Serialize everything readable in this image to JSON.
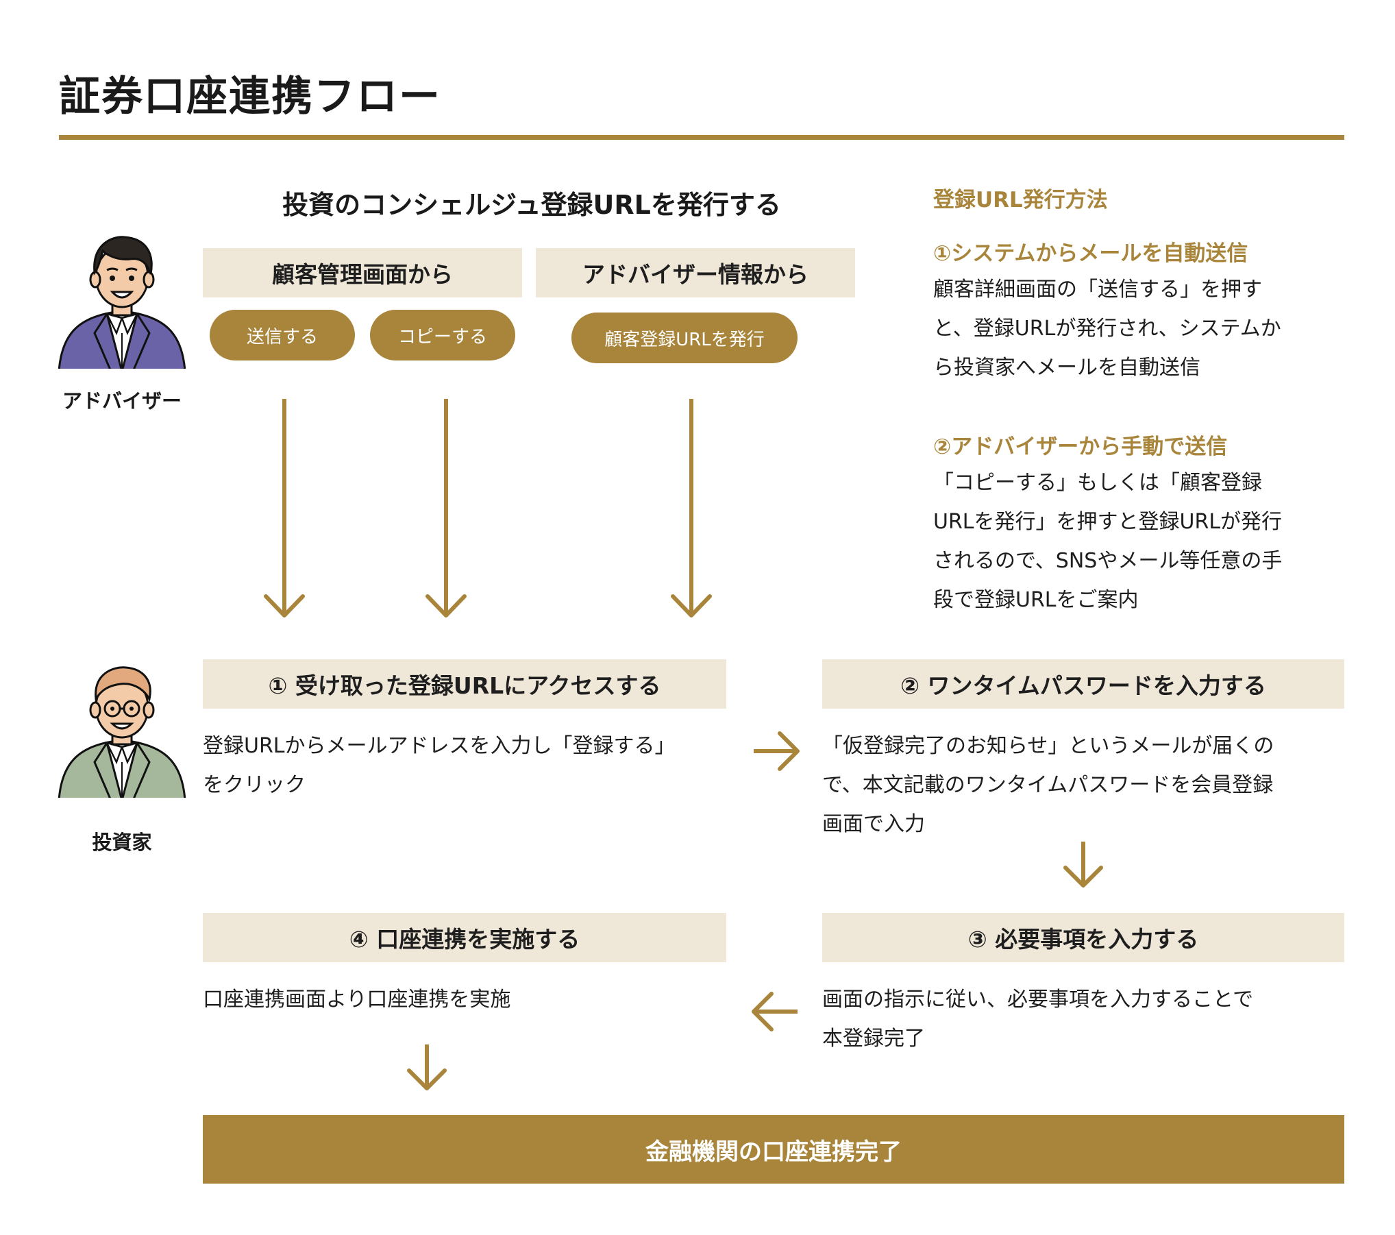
{
  "title": "証券口座連携フロー",
  "issue": {
    "heading": "投資のコンシェルジュ登録URLを発行する",
    "from_customer": {
      "label": "顧客管理画面から",
      "buttons": [
        "送信する",
        "コピーする"
      ]
    },
    "from_advisor": {
      "label": "アドバイザー情報から",
      "button": "顧客登録URLを発行"
    }
  },
  "roles": {
    "advisor": "アドバイザー",
    "investor": "投資家"
  },
  "method": {
    "heading": "登録URL発行方法",
    "item1": {
      "title": "①システムからメールを自動送信",
      "lines": [
        "顧客詳細画面の「送信する」を押す",
        "と、登録URLが発行され、システムか",
        "ら投資家へメールを自動送信"
      ]
    },
    "item2": {
      "title": "②アドバイザーから手動で送信",
      "lines": [
        "「コピーする」もしくは「顧客登録",
        "URLを発行」を押すと登録URLが発行",
        "されるので、SNSやメール等任意の手",
        "段で登録URLをご案内"
      ]
    }
  },
  "steps": {
    "step1": {
      "title": "① 受け取った登録URLにアクセスする",
      "lines": [
        "登録URLからメールアドレスを入力し「登録する」",
        "をクリック"
      ]
    },
    "step2": {
      "title": "② ワンタイムパスワードを入力する",
      "lines": [
        "「仮登録完了のお知らせ」というメールが届くの",
        "で、本文記載のワンタイムパスワードを会員登録",
        "画面で入力"
      ]
    },
    "step3": {
      "title": "③ 必要事項を入力する",
      "lines": [
        "画面の指示に従い、必要事項を入力することで",
        "本登録完了"
      ]
    },
    "step4": {
      "title": "④ 口座連携を実施する",
      "lines": [
        "口座連携画面より口座連携を実施"
      ]
    }
  },
  "final": "金融機関の口座連携完了",
  "colors": {
    "accent": "#a8853a",
    "beige": "#efe7d8",
    "advisor_jacket": "#6a63a8",
    "investor_jacket": "#a5b89c"
  }
}
